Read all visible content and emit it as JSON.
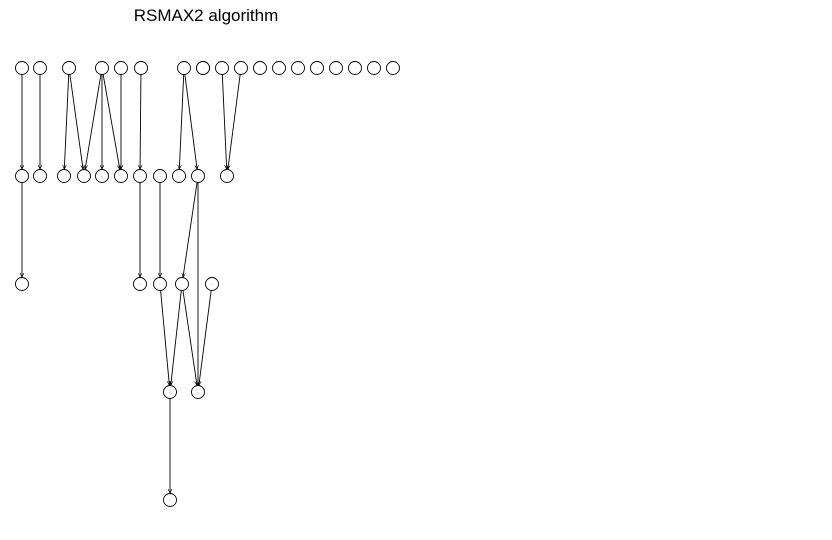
{
  "title": "RSMAX2 algorithm",
  "graph": {
    "nodes": [
      {
        "id": "n1",
        "label": "·····"
      },
      {
        "id": "n2",
        "label": "···"
      },
      {
        "id": "n3",
        "label": "···"
      },
      {
        "id": "n4",
        "label": "··"
      },
      {
        "id": "n5",
        "label": "····"
      },
      {
        "id": "n6",
        "label": "····"
      },
      {
        "id": "n7",
        "label": "····"
      },
      {
        "id": "n8",
        "label": "····"
      },
      {
        "id": "n9",
        "label": "···"
      },
      {
        "id": "n10",
        "label": "····"
      },
      {
        "id": "n11",
        "label": "···"
      },
      {
        "id": "n12",
        "label": "···"
      },
      {
        "id": "n13",
        "label": "····"
      },
      {
        "id": "n14",
        "label": "···"
      },
      {
        "id": "n15",
        "label": "···"
      },
      {
        "id": "n16",
        "label": "···"
      },
      {
        "id": "n17",
        "label": "···"
      },
      {
        "id": "n18",
        "label": "····"
      },
      {
        "id": "n19",
        "label": "····"
      },
      {
        "id": "m1",
        "label": "···"
      },
      {
        "id": "m2",
        "label": "··"
      },
      {
        "id": "m3",
        "label": "····"
      },
      {
        "id": "m4",
        "label": "··"
      },
      {
        "id": "m5",
        "label": "···"
      },
      {
        "id": "m6",
        "label": "····"
      },
      {
        "id": "m7",
        "label": "····"
      },
      {
        "id": "m8",
        "label": "···"
      },
      {
        "id": "m9",
        "label": "···"
      },
      {
        "id": "m10",
        "label": "···"
      },
      {
        "id": "m11",
        "label": "····"
      },
      {
        "id": "b1",
        "label": "···"
      },
      {
        "id": "b2",
        "label": "····"
      },
      {
        "id": "b3",
        "label": "···"
      },
      {
        "id": "b4",
        "label": "··"
      },
      {
        "id": "b5",
        "label": "····"
      },
      {
        "id": "c1",
        "label": "····"
      },
      {
        "id": "c2",
        "label": "····"
      },
      {
        "id": "d1",
        "label": "···"
      }
    ],
    "edges": [
      [
        "n1",
        "m1"
      ],
      [
        "n2",
        "m2"
      ],
      [
        "n3",
        "m3"
      ],
      [
        "n3",
        "m4"
      ],
      [
        "n4",
        "m4"
      ],
      [
        "n4",
        "m5"
      ],
      [
        "n4",
        "m6"
      ],
      [
        "n5",
        "m6"
      ],
      [
        "n6",
        "m7"
      ],
      [
        "n7",
        "m9"
      ],
      [
        "n7",
        "m10"
      ],
      [
        "n10",
        "m11"
      ],
      [
        "n11",
        "m11"
      ],
      [
        "m1",
        "b1"
      ],
      [
        "m7",
        "b2"
      ],
      [
        "m8",
        "b3"
      ],
      [
        "m10",
        "b4"
      ],
      [
        "m10",
        "c2"
      ],
      [
        "b3",
        "c1"
      ],
      [
        "b4",
        "c1"
      ],
      [
        "b4",
        "c2"
      ],
      [
        "b5",
        "c2"
      ],
      [
        "c1",
        "d1"
      ]
    ]
  }
}
